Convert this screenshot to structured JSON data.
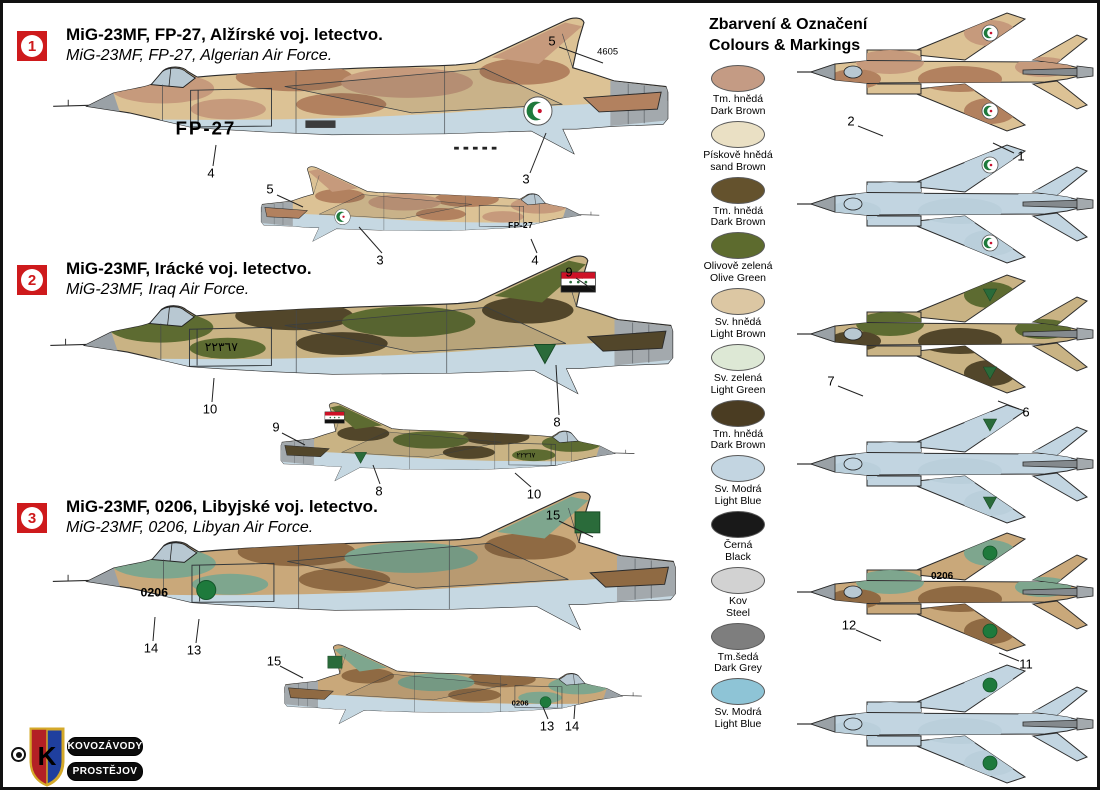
{
  "sheet": {
    "legend_title_cz": "Zbarvení & Označení",
    "legend_title_en": "Colours & Markings"
  },
  "sections": [
    {
      "badge": "1",
      "title_cz": "MiG-23MF, FP-27, Alžírské voj. letectvo.",
      "title_en": "MiG-23MF, FP-27, Algerian Air Force.",
      "nose_code": "FP-27",
      "fin_code": "4605",
      "callouts": {
        "main": [
          "5",
          "4",
          "3"
        ],
        "small": [
          "5",
          "3",
          "4"
        ]
      }
    },
    {
      "badge": "2",
      "title_cz": "MiG-23MF,  Irácké voj. letectvo.",
      "title_en": "MiG-23MF,  Iraq Air Force.",
      "nose_code": "٢٢٣٦٧",
      "callouts": {
        "main": [
          "9",
          "10",
          "8"
        ],
        "small": [
          "9",
          "8",
          "10"
        ]
      }
    },
    {
      "badge": "3",
      "title_cz": "MiG-23MF, 0206, Libyjské voj. letectvo.",
      "title_en": "MiG-23MF, 0206, Libyan Air Force.",
      "nose_code": "0206",
      "callouts": {
        "main": [
          "15",
          "14",
          "13"
        ],
        "small": [
          "15",
          "13",
          "14"
        ]
      }
    }
  ],
  "plan_callouts": [
    "2",
    "1",
    "7",
    "6",
    "12",
    "11"
  ],
  "plan_code_libya": "0206",
  "legend": {
    "colors": [
      {
        "cz": "Tm. hnědá",
        "en": "Dark Brown",
        "hex": "#c49b84"
      },
      {
        "cz": "Pískově hnědá",
        "en": "sand Brown",
        "hex": "#eae0c4"
      },
      {
        "cz": "Tm. hnědá",
        "en": "Dark Brown",
        "hex": "#64522d"
      },
      {
        "cz": "Olivově zelená",
        "en": "Olive Green",
        "hex": "#5d6b2e"
      },
      {
        "cz": "Sv. hnědá",
        "en": "Light Brown",
        "hex": "#dcc7a3"
      },
      {
        "cz": "Sv. zelená",
        "en": "Light Green",
        "hex": "#dde8d5"
      },
      {
        "cz": "Tm. hnědá",
        "en": "Dark Brown",
        "hex": "#4a3c22"
      },
      {
        "cz": "Sv. Modrá",
        "en": "Light Blue",
        "hex": "#c3d5e1"
      },
      {
        "cz": "Černá",
        "en": "Black",
        "hex": "#191919"
      },
      {
        "cz": "Kov",
        "en": "Steel",
        "hex": "#d2d2d2"
      },
      {
        "cz": "Tm.šedá",
        "en": "Dark Grey",
        "hex": "#7e7e7e"
      },
      {
        "cz": "Sv. Modrá",
        "en": "Light Blue",
        "hex": "#8ec4d6"
      }
    ]
  },
  "logo": {
    "monogram": "K",
    "brand_top": "KOVOZÁVODY",
    "brand_bottom": "PROSTĚJOV"
  }
}
